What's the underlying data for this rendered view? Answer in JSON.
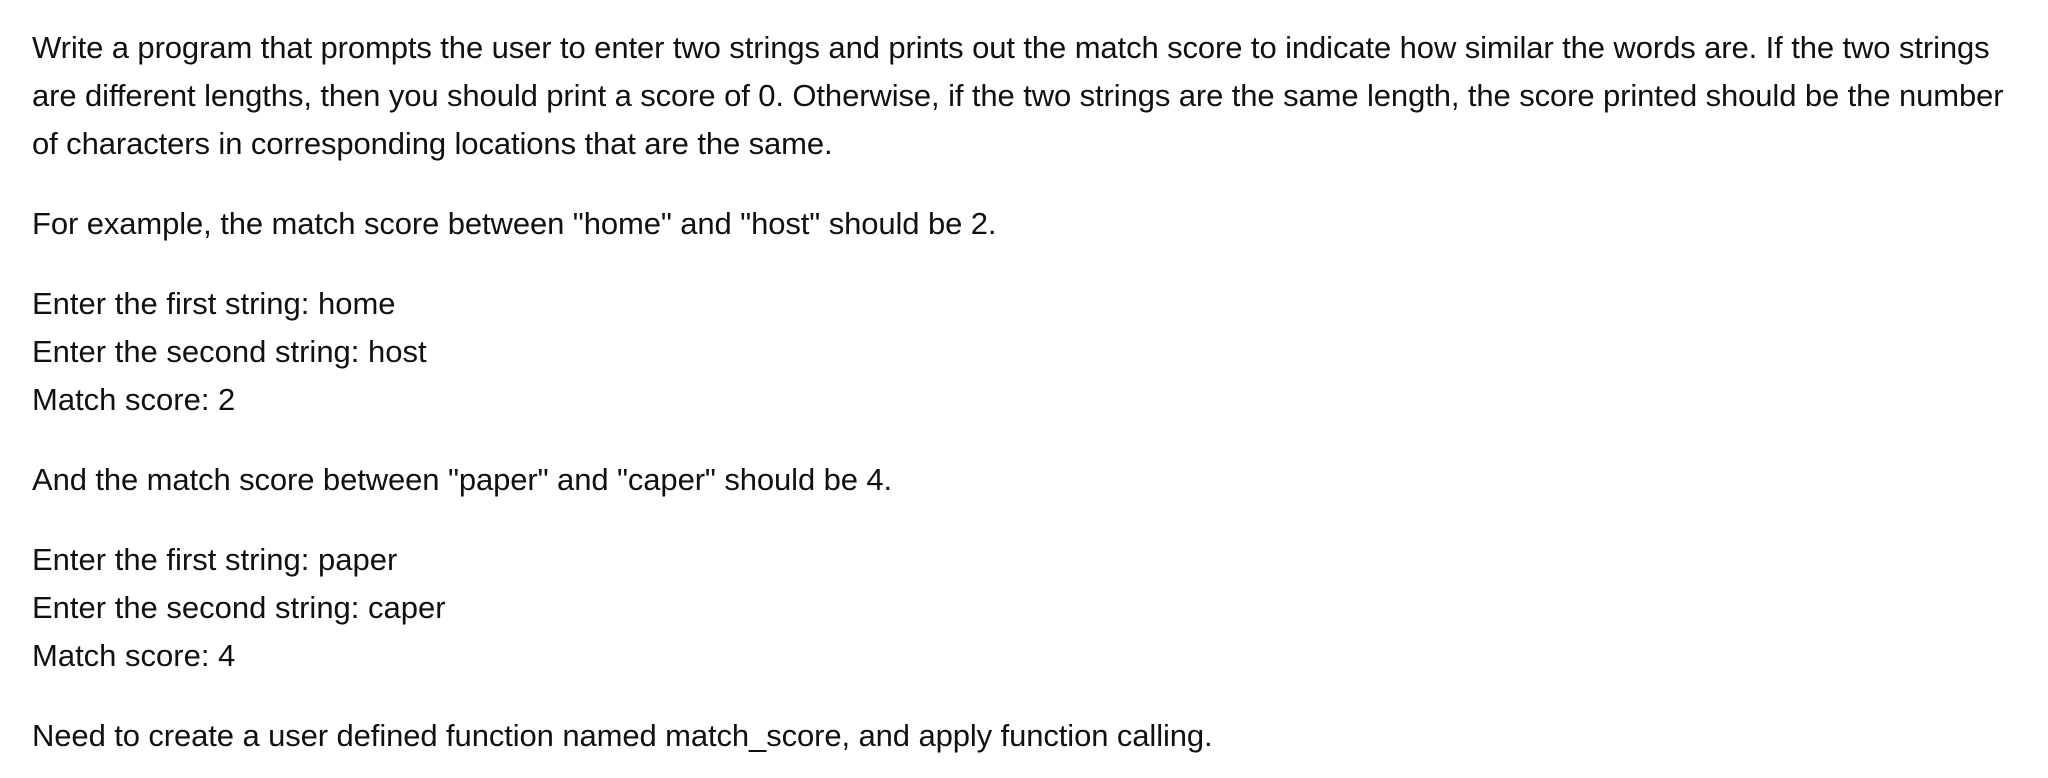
{
  "problem": {
    "intro": "Write a program that prompts the user to enter two strings and prints out the match score to indicate how similar the words are. If the two strings are different lengths, then you should print a score of 0. Otherwise, if the two strings are the same length, the score printed should be the number of characters in corresponding locations that are the same.",
    "example1": {
      "description": "For example, the match score between \"home\" and \"host\" should be 2.",
      "lines": [
        "Enter the first string: home",
        "Enter the second string: host",
        "Match score: 2"
      ]
    },
    "example2": {
      "description": "And the match score between \"paper\" and \"caper\" should be 4.",
      "lines": [
        "Enter the first string: paper",
        "Enter the second string: caper",
        "Match score: 4"
      ]
    },
    "requirement": "Need to create a user defined function named match_score, and apply function calling."
  }
}
